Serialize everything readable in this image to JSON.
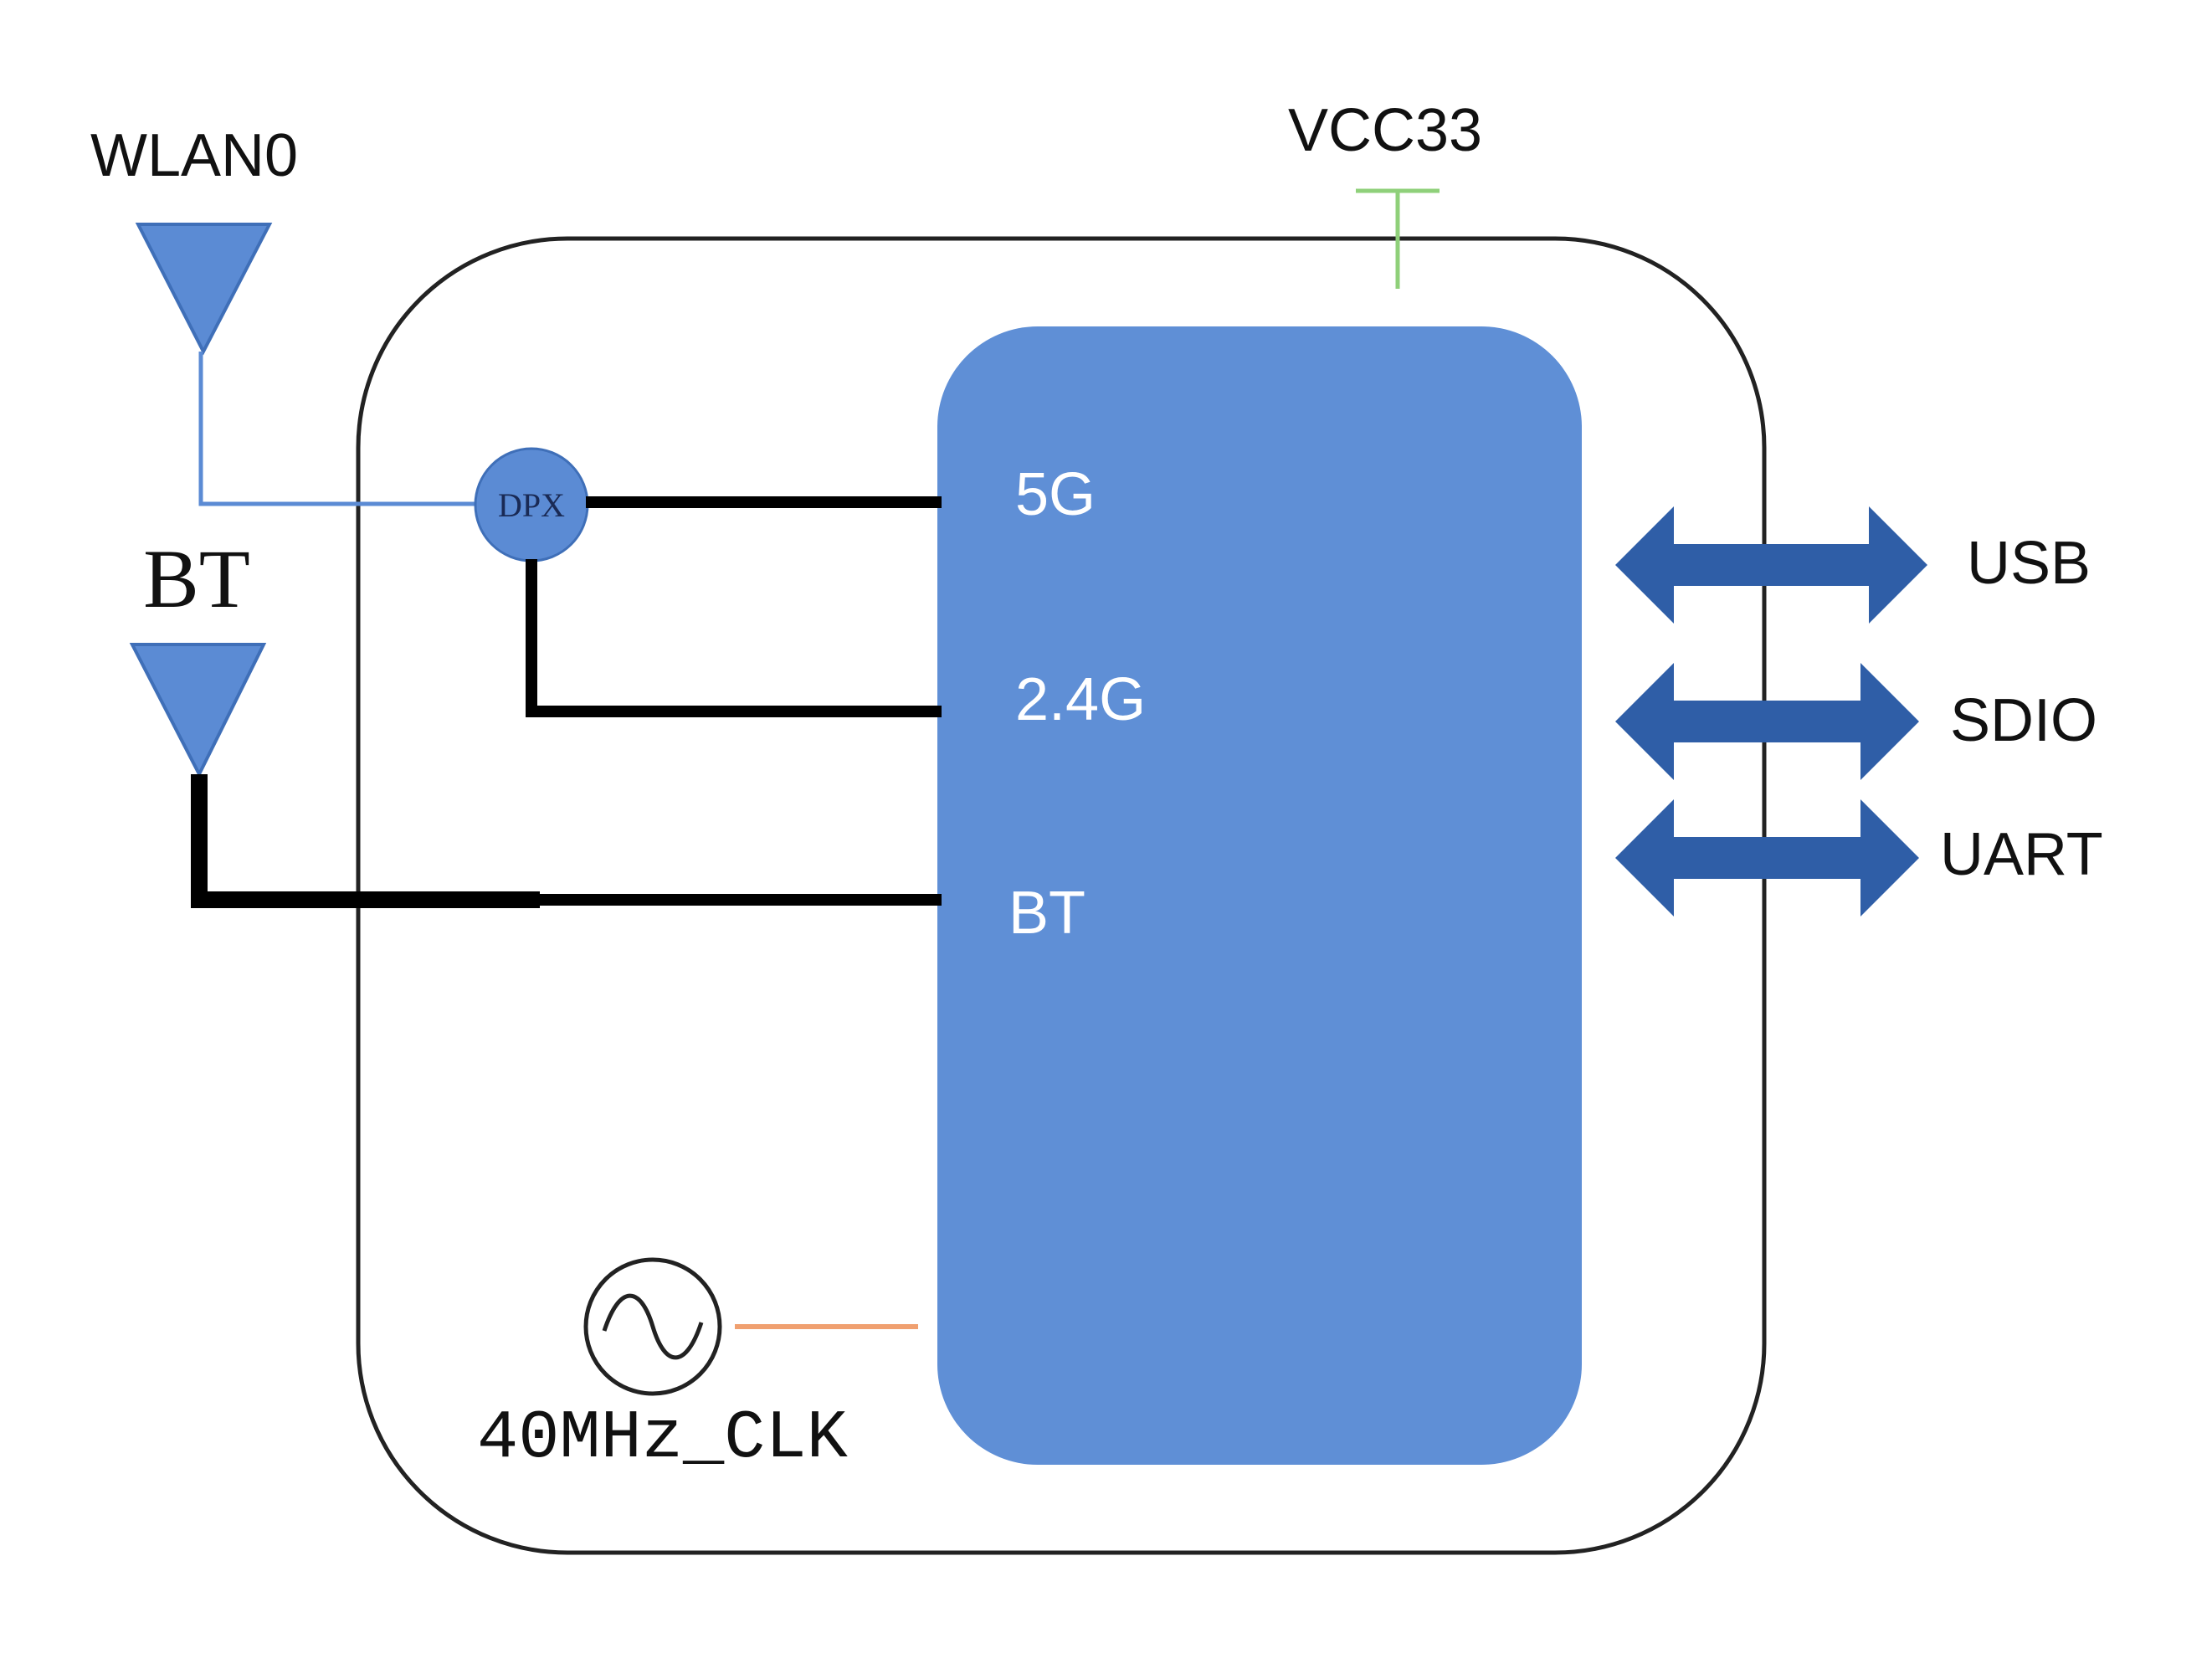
{
  "labels": {
    "wlan0": "WLAN0",
    "bt_antenna": "BT",
    "vcc": "VCC33",
    "dpx": "DPX",
    "port_5g": "5G",
    "port_24g": "2.4G",
    "port_bt": "BT",
    "clock": "40MHz_CLK"
  },
  "interfaces": [
    "USB",
    "SDIO",
    "UART"
  ],
  "colors": {
    "chip_fill": "#5f8fd6",
    "antenna_fill": "#5b8bd4",
    "arrow_fill": "#2f5ea7",
    "wlan_line": "#5b8bd4",
    "vcc_line": "#8fd07a",
    "clock_line": "#f0a070",
    "wire": "#000000",
    "module_border": "#222222"
  },
  "icons": [
    "antenna-icon",
    "oscillator-icon",
    "bidirectional-arrow-icon",
    "power-tee-icon"
  ]
}
